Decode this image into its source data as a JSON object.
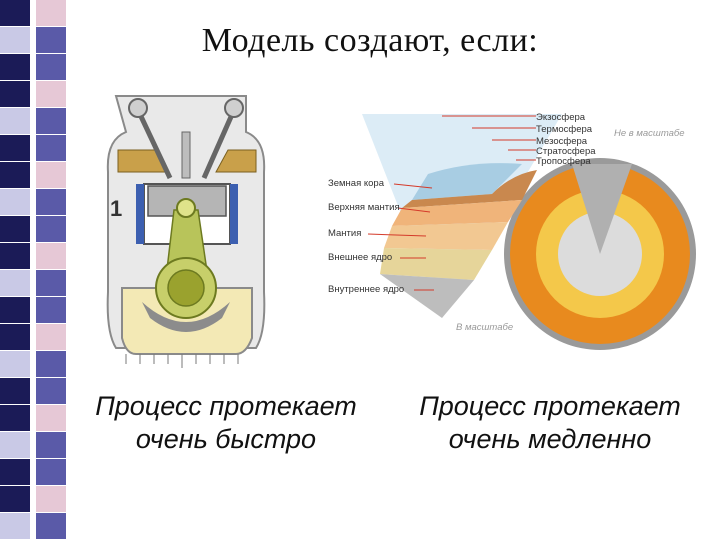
{
  "title": "Модель создают, если:",
  "left": {
    "caption_line1": "Процесс протекает",
    "caption_line2": "очень быстро",
    "stroke_number": "1"
  },
  "right": {
    "caption_line1": "Процесс протекает",
    "caption_line2": "очень медленно",
    "atmosphere_labels": [
      "Экзосфера",
      "Термосфера",
      "Мезосфера",
      "Стратосфера",
      "Тропосфера"
    ],
    "not_to_scale": "Не в масштабе",
    "layer_labels": [
      "Земная кора",
      "Верхняя мантия",
      "Мантия",
      "Внешнее ядро",
      "Внутреннее ядро"
    ],
    "to_scale": "В масштабе"
  },
  "colors": {
    "strip_dark": "#1b1b57",
    "strip_mid": "#5a5aa8",
    "strip_light": "#c9c9e6",
    "strip_pink": "#e6c8d6"
  }
}
